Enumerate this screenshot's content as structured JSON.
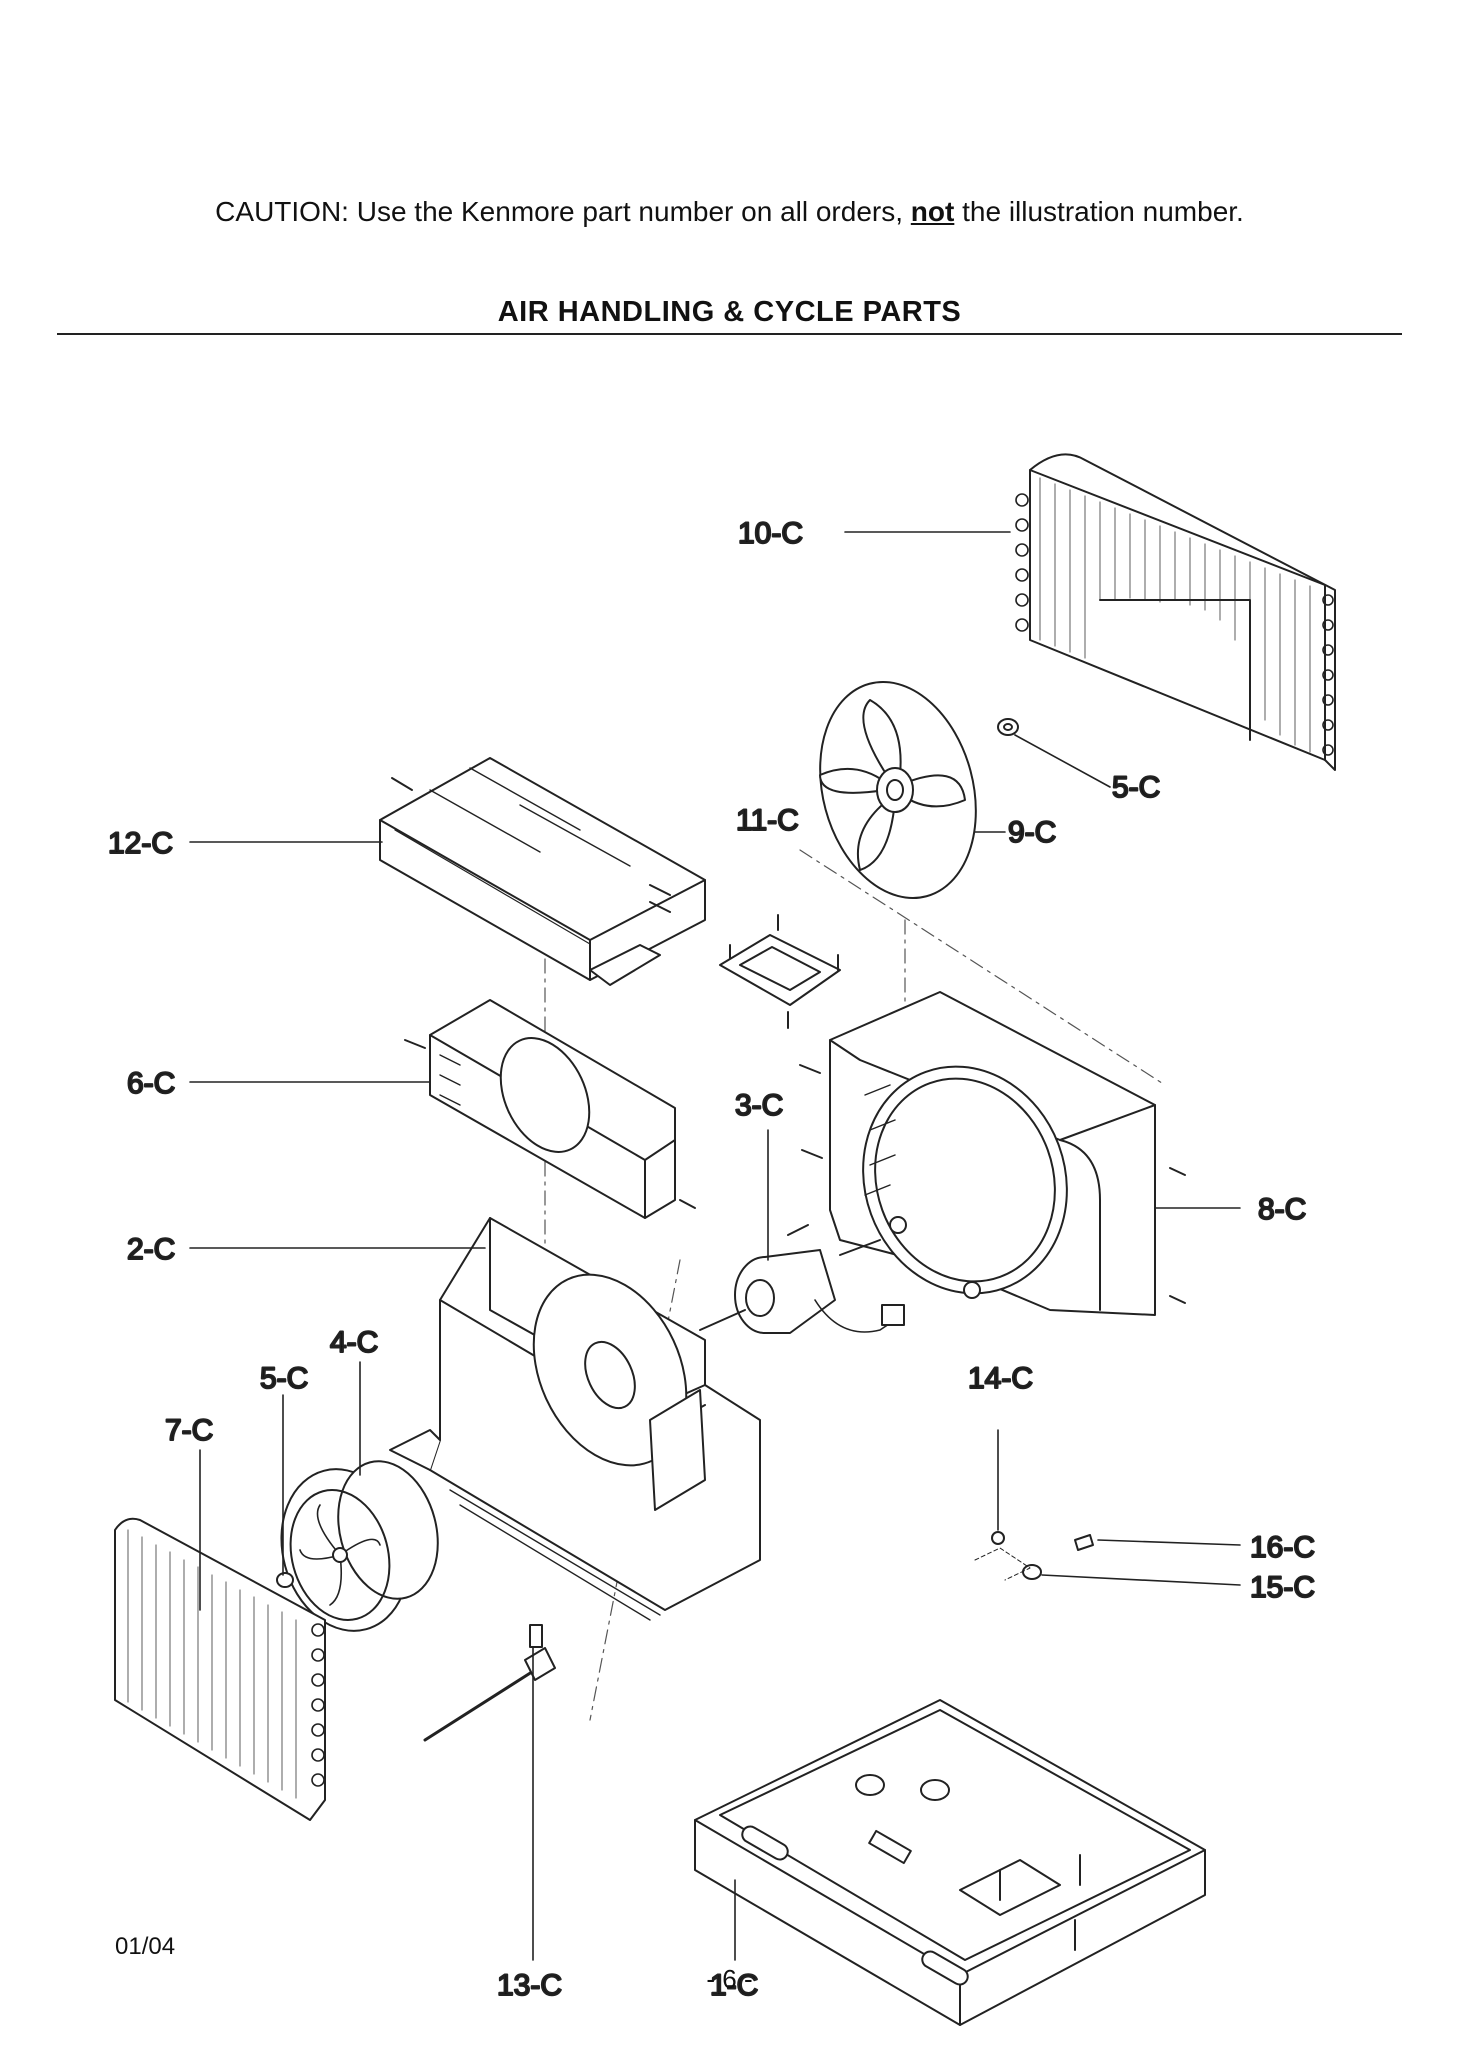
{
  "header": {
    "caution_prefix": "CAUTION: Use the Kenmore part number on all orders,",
    "caution_emph": "not",
    "caution_suffix": "the illustration number.",
    "section_title": "AIR HANDLING & CYCLE PARTS"
  },
  "callouts": {
    "c10": "10-C",
    "c5_top": "5-C",
    "c11": "11-C",
    "c9": "9-C",
    "c12": "12-C",
    "c6": "6-C",
    "c3": "3-C",
    "c8": "8-C",
    "c2": "2-C",
    "c4": "4-C",
    "c5_bottom": "5-C",
    "c14": "14-C",
    "c7": "7-C",
    "c16": "16-C",
    "c15": "15-C",
    "c13": "13-C",
    "c1": "1-C"
  },
  "footer": {
    "date": "01/04",
    "page": "- 6 -"
  }
}
